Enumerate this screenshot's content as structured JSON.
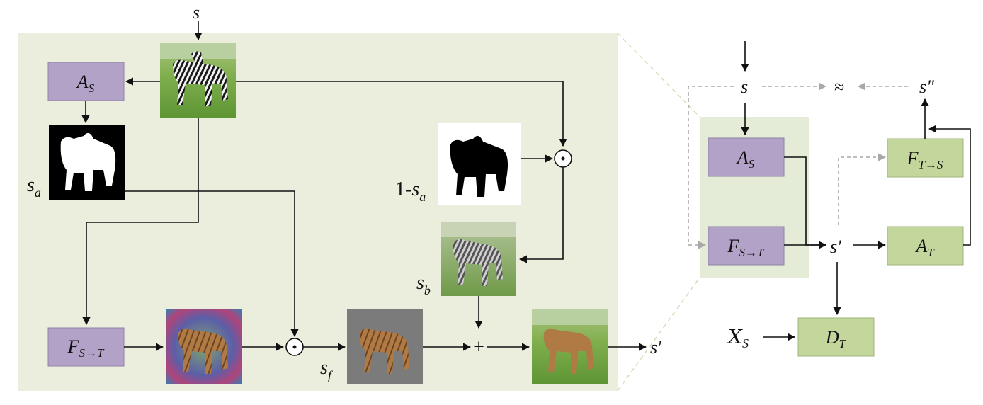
{
  "left": {
    "input_label": "s",
    "attention_box": {
      "main": "A",
      "sub": "S"
    },
    "mask_label": {
      "main": "s",
      "sub": "a"
    },
    "inv_mask_label": {
      "prefix": "1-",
      "main": "s",
      "sub": "a"
    },
    "generator_box": {
      "main": "F",
      "sub": "S→T"
    },
    "foreground_label": {
      "main": "s",
      "sub": "f"
    },
    "background_label": {
      "main": "s",
      "sub": "b"
    },
    "odot_symbol": "⊙",
    "plus_symbol": "+",
    "output_label": "s′"
  },
  "right": {
    "input_label": "s",
    "approx_symbol": "≈",
    "recon_label": "s″",
    "attention_s_box": {
      "main": "A",
      "sub": "S"
    },
    "generator_st_box": {
      "main": "F",
      "sub": "S→T"
    },
    "generator_ts_box": {
      "main": "F",
      "sub": "T→S"
    },
    "mid_label": "s′",
    "attention_t_box": {
      "main": "A",
      "sub": "T"
    },
    "discriminator_box": {
      "main": "D",
      "sub": "T"
    },
    "real_label": {
      "main": "X",
      "sub": "S"
    }
  },
  "colors": {
    "purple": "#b3a2c7",
    "green": "#c3d69b",
    "panel": "#ebeedd"
  },
  "icons": [
    "zebra-photo-icon",
    "attention-mask-icon",
    "inverse-mask-icon",
    "background-zebra-icon",
    "generated-horse-noisy-icon",
    "foreground-horse-icon",
    "output-horse-icon"
  ]
}
